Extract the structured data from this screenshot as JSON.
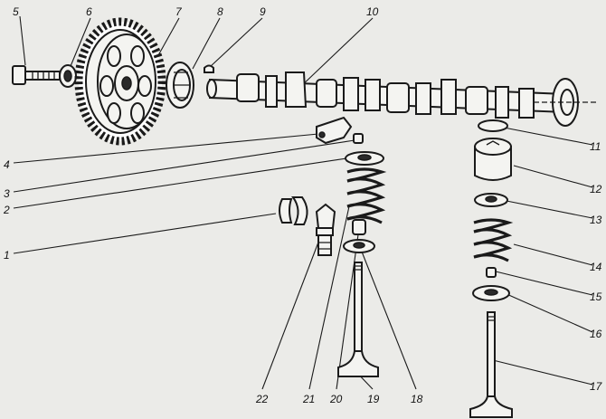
{
  "labels": {
    "n1": "1",
    "n2": "2",
    "n3": "3",
    "n4": "4",
    "n5": "5",
    "n6": "6",
    "n7": "7",
    "n8": "8",
    "n9": "9",
    "n10": "10",
    "n11": "11",
    "n12": "12",
    "n13": "13",
    "n14": "14",
    "n15": "15",
    "n16": "16",
    "n17": "17",
    "n18": "18",
    "n19": "19",
    "n20": "20",
    "n21": "21",
    "n22": "22"
  },
  "colors": {
    "ink": "#1a1a1a",
    "paper": "#ebebe8"
  }
}
